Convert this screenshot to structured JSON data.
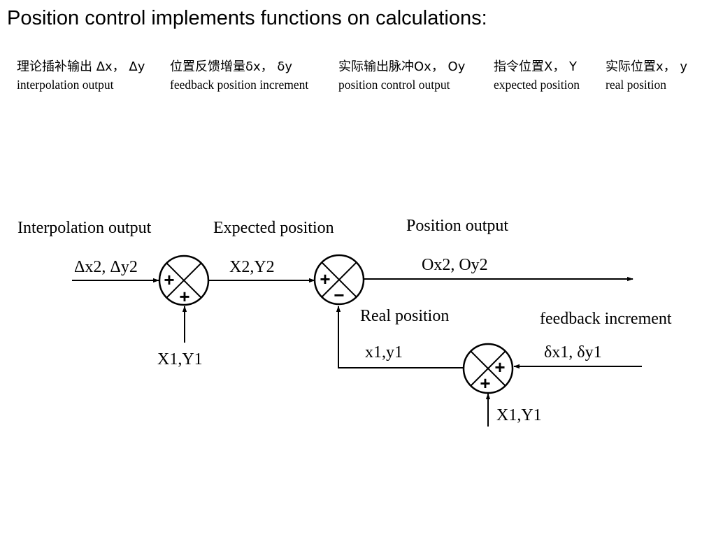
{
  "title": "Position control implements functions on calculations:",
  "legend": [
    {
      "cn": "理论插补输出 Δx， Δy",
      "en": "interpolation output"
    },
    {
      "cn": "位置反馈增量δx， δy",
      "en": "feedback position increment"
    },
    {
      "cn": "实际输出脉冲Ox， Oy",
      "en": "position control output"
    },
    {
      "cn": "指令位置X， Y",
      "en": "expected position"
    },
    {
      "cn": "实际位置x， y",
      "en": "real position"
    }
  ],
  "diagram": {
    "labels": {
      "interpolation_output": "Interpolation output",
      "expected_position": "Expected position",
      "position_output": "Position output",
      "real_position": "Real position",
      "feedback_increment": "feedback increment",
      "input_delta": "Δx2, Δy2",
      "expected_xy": "X2,Y2",
      "output_o": "Ox2, Oy2",
      "real_xy": "x1,y1",
      "feedback_delta": "δx1, δy1",
      "x1y1_a": "X1,Y1",
      "x1y1_b": "X1,Y1"
    },
    "signs": {
      "j1_left": "+",
      "j1_bottom": "+",
      "j2_left": "+",
      "j2_bottom": "−",
      "j3_right": "+",
      "j3_bottom": "+"
    }
  }
}
